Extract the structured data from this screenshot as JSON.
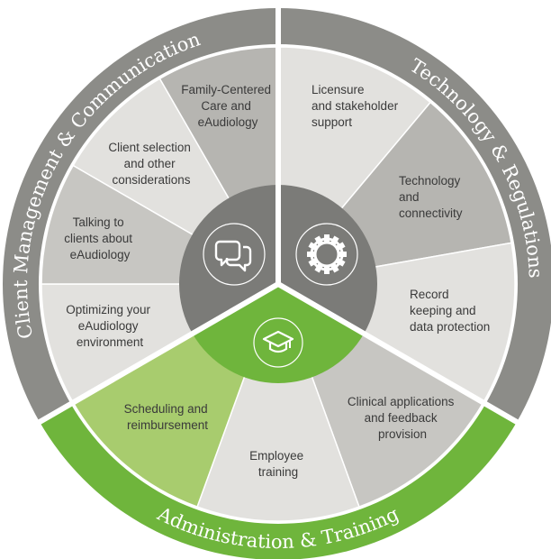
{
  "ring_labels": {
    "left": "Client Management & Communication",
    "right": "Technology & Regulations",
    "bottom": "Administration & Training"
  },
  "segments": {
    "family_centered": [
      "Family-Centered",
      "Care and",
      "eAudiology"
    ],
    "client_selection": [
      "Client selection",
      "and other",
      "considerations"
    ],
    "talking_to_clients": [
      "Talking to",
      "clients about",
      "eAudiology"
    ],
    "optimizing": [
      "Optimizing your",
      "eAudiology",
      "environment"
    ],
    "licensure": [
      "Licensure",
      "and stakeholder",
      "support"
    ],
    "technology": [
      "Technology",
      "and",
      "connectivity"
    ],
    "record_keeping": [
      "Record",
      "keeping and",
      "data protection"
    ],
    "clinical": [
      "Clinical applications",
      "and feedback",
      "provision"
    ],
    "employee_training": [
      "Employee",
      "training"
    ],
    "scheduling": [
      "Scheduling and",
      "reimbursement"
    ]
  },
  "icons": {
    "left": "chat-bubbles-icon",
    "right": "gear-icon",
    "bottom": "graduation-cap-icon"
  },
  "colors": {
    "ring_gray": "#8c8c88",
    "hub_gray": "#7b7b78",
    "green": "#6fb53c",
    "green_light": "#a8cc6e",
    "seg_dark": "#b6b5b1",
    "seg_mid": "#c7c6c2",
    "seg_light": "#d6d5d1",
    "seg_lightest": "#e2e1de"
  }
}
